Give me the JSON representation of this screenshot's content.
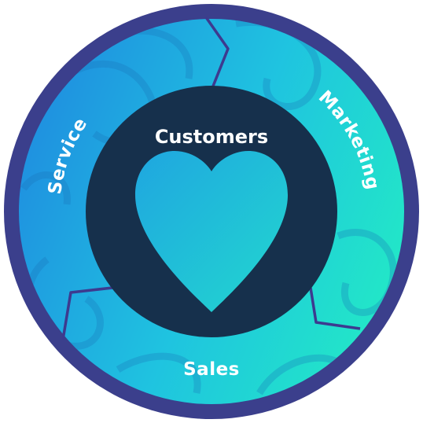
{
  "diagram": {
    "center": {
      "title": "Customers",
      "icon": "heart-icon"
    },
    "segments": [
      {
        "label": "Marketing"
      },
      {
        "label": "Sales"
      },
      {
        "label": "Service"
      }
    ],
    "colors": {
      "outer_ring": "#3b3f8c",
      "gradient_start": "#1f8be0",
      "gradient_mid": "#1fc3e0",
      "gradient_end": "#22e6c8",
      "divider": "#3d3a8f",
      "center_circle": "#16304c",
      "heart_start": "#1fa6e0",
      "heart_end": "#22d8cf"
    }
  }
}
